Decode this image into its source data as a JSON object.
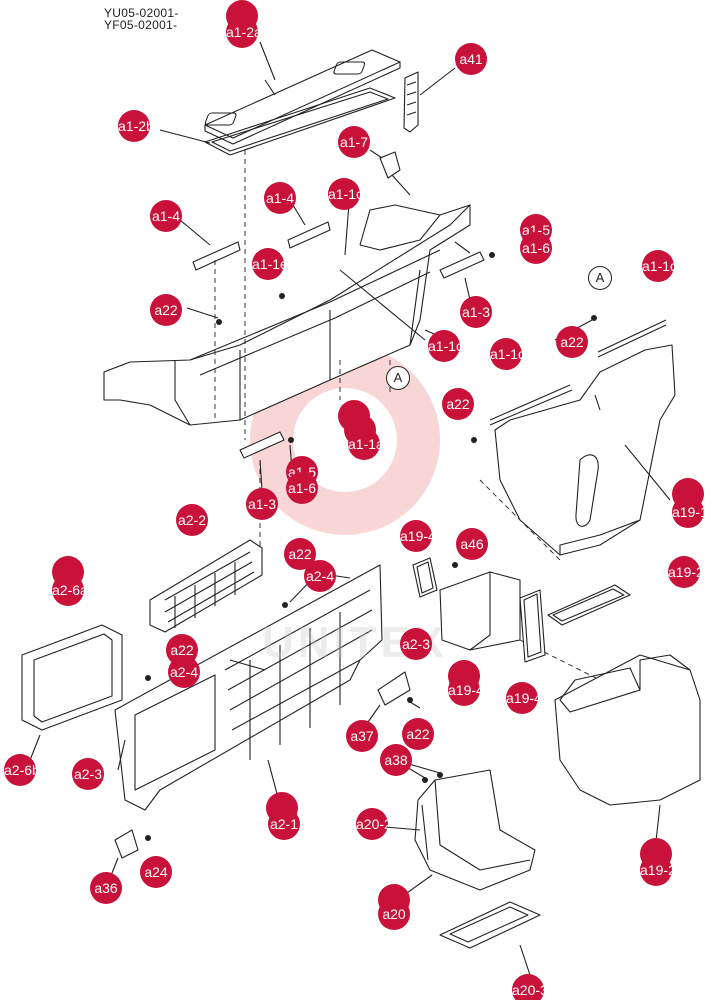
{
  "header": {
    "line1": "YU05-02001-",
    "line2": "YF05-02001-"
  },
  "watermark": "UNITEX",
  "accent_color": "#c8123a",
  "callouts": [
    {
      "id": "a1-2a",
      "label": "a1-2a"
    },
    {
      "id": "a1-2b",
      "label": "a1-2b"
    },
    {
      "id": "a41",
      "label": "a41"
    },
    {
      "id": "a1-7",
      "label": "a1-7"
    },
    {
      "id": "a1-4-left",
      "label": "a1-4"
    },
    {
      "id": "a1-4-mid",
      "label": "a1-4"
    },
    {
      "id": "a1-1c-top",
      "label": "a1-1c"
    },
    {
      "id": "a1-5-right",
      "label": "a1-5"
    },
    {
      "id": "a1-6-right",
      "label": "a1-6"
    },
    {
      "id": "a1-1e",
      "label": "a1-1e"
    },
    {
      "id": "a1-1d",
      "label": "a1-1d"
    },
    {
      "id": "a1-3-right",
      "label": "a1-3"
    },
    {
      "id": "a22-left",
      "label": "a22"
    },
    {
      "id": "a22-right",
      "label": "a22"
    },
    {
      "id": "a1-1c-mid",
      "label": "a1-1c"
    },
    {
      "id": "a1-1d-right",
      "label": "a1-1d"
    },
    {
      "id": "a1-1a",
      "label": "a1-1a"
    },
    {
      "id": "a22-mid",
      "label": "a22"
    },
    {
      "id": "a1-5-left",
      "label": "a1-5"
    },
    {
      "id": "a1-6-left",
      "label": "a1-6"
    },
    {
      "id": "a1-3-left",
      "label": "a1-3"
    },
    {
      "id": "a19-1",
      "label": "a19-1"
    },
    {
      "id": "a2-2",
      "label": "a2-2"
    },
    {
      "id": "a19-4-top",
      "label": "a19-4"
    },
    {
      "id": "a46",
      "label": "a46"
    },
    {
      "id": "a19-2-right",
      "label": "a19-2"
    },
    {
      "id": "a2-6a",
      "label": "a2-6a"
    },
    {
      "id": "a22-lower",
      "label": "a22"
    },
    {
      "id": "a2-4-upper",
      "label": "a2-4"
    },
    {
      "id": "a2-3-right",
      "label": "a2-3"
    },
    {
      "id": "a22-lower2",
      "label": "a22"
    },
    {
      "id": "a2-4-lower",
      "label": "a2-4"
    },
    {
      "id": "a19-4-mid",
      "label": "a19-4"
    },
    {
      "id": "a19-4-right",
      "label": "a19-4"
    },
    {
      "id": "a2-6b",
      "label": "a2-6b"
    },
    {
      "id": "a2-3-left",
      "label": "a2-3"
    },
    {
      "id": "a37",
      "label": "a37"
    },
    {
      "id": "a22-a37",
      "label": "a22"
    },
    {
      "id": "a38",
      "label": "a38"
    },
    {
      "id": "a2-1",
      "label": "a2-1"
    },
    {
      "id": "a20-2",
      "label": "a20-2"
    },
    {
      "id": "a19-2-lower",
      "label": "a19-2"
    },
    {
      "id": "a36",
      "label": "a36"
    },
    {
      "id": "a24",
      "label": "a24"
    },
    {
      "id": "a20",
      "label": "a20"
    },
    {
      "id": "a20-3",
      "label": "a20-3"
    }
  ],
  "pointers": [
    {
      "id": "A-top",
      "label": "A"
    },
    {
      "id": "A-mid",
      "label": "A"
    }
  ]
}
